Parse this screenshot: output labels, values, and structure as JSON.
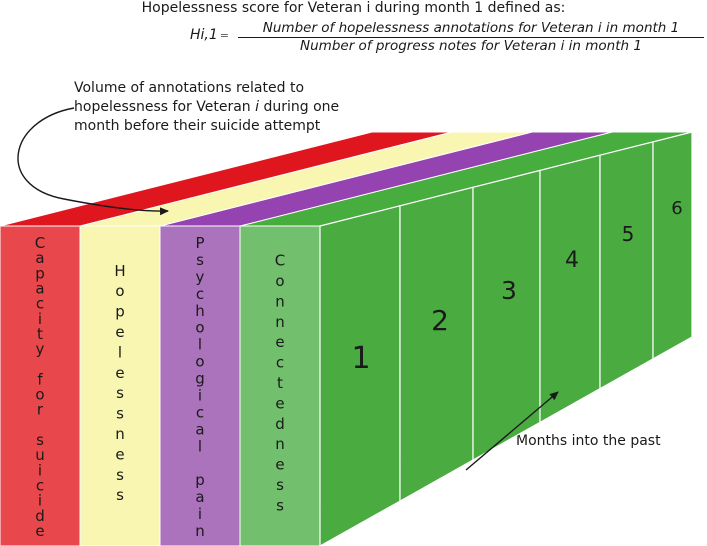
{
  "header": {
    "title": "Hopelessness score for Veteran i during month 1 defined as:",
    "formula_lhs": "Hi,1",
    "formula_eq": "=",
    "formula_numerator": "Number of hopelessness annotations for Veteran i in month 1",
    "formula_denominator": "Number of progress notes for Veteran i in month 1"
  },
  "annotation": {
    "lead": "Volume of annotations related to hopelessness for Veteran ",
    "variable": "i",
    "tail": " during one month before their suicide attempt"
  },
  "axis_label": "Months into the past",
  "layers": [
    {
      "label": "Capacity for suicide",
      "color": "#e8474c",
      "top_color": "#e0161e"
    },
    {
      "label": "Hopelessness",
      "color": "#f8f6b0",
      "top_color": "#f8f6b0"
    },
    {
      "label": "Psychological pain",
      "color": "#ab73bb",
      "top_color": "#9543b1"
    },
    {
      "label": "Connectedness",
      "color": "#72bf6d",
      "top_color": "#47ad3e"
    }
  ],
  "months": [
    "1",
    "2",
    "3",
    "4",
    "5",
    "6"
  ],
  "colors": {
    "month_face": "#4aab41",
    "outline": "#ffffff",
    "text": "#1a1a1a"
  }
}
